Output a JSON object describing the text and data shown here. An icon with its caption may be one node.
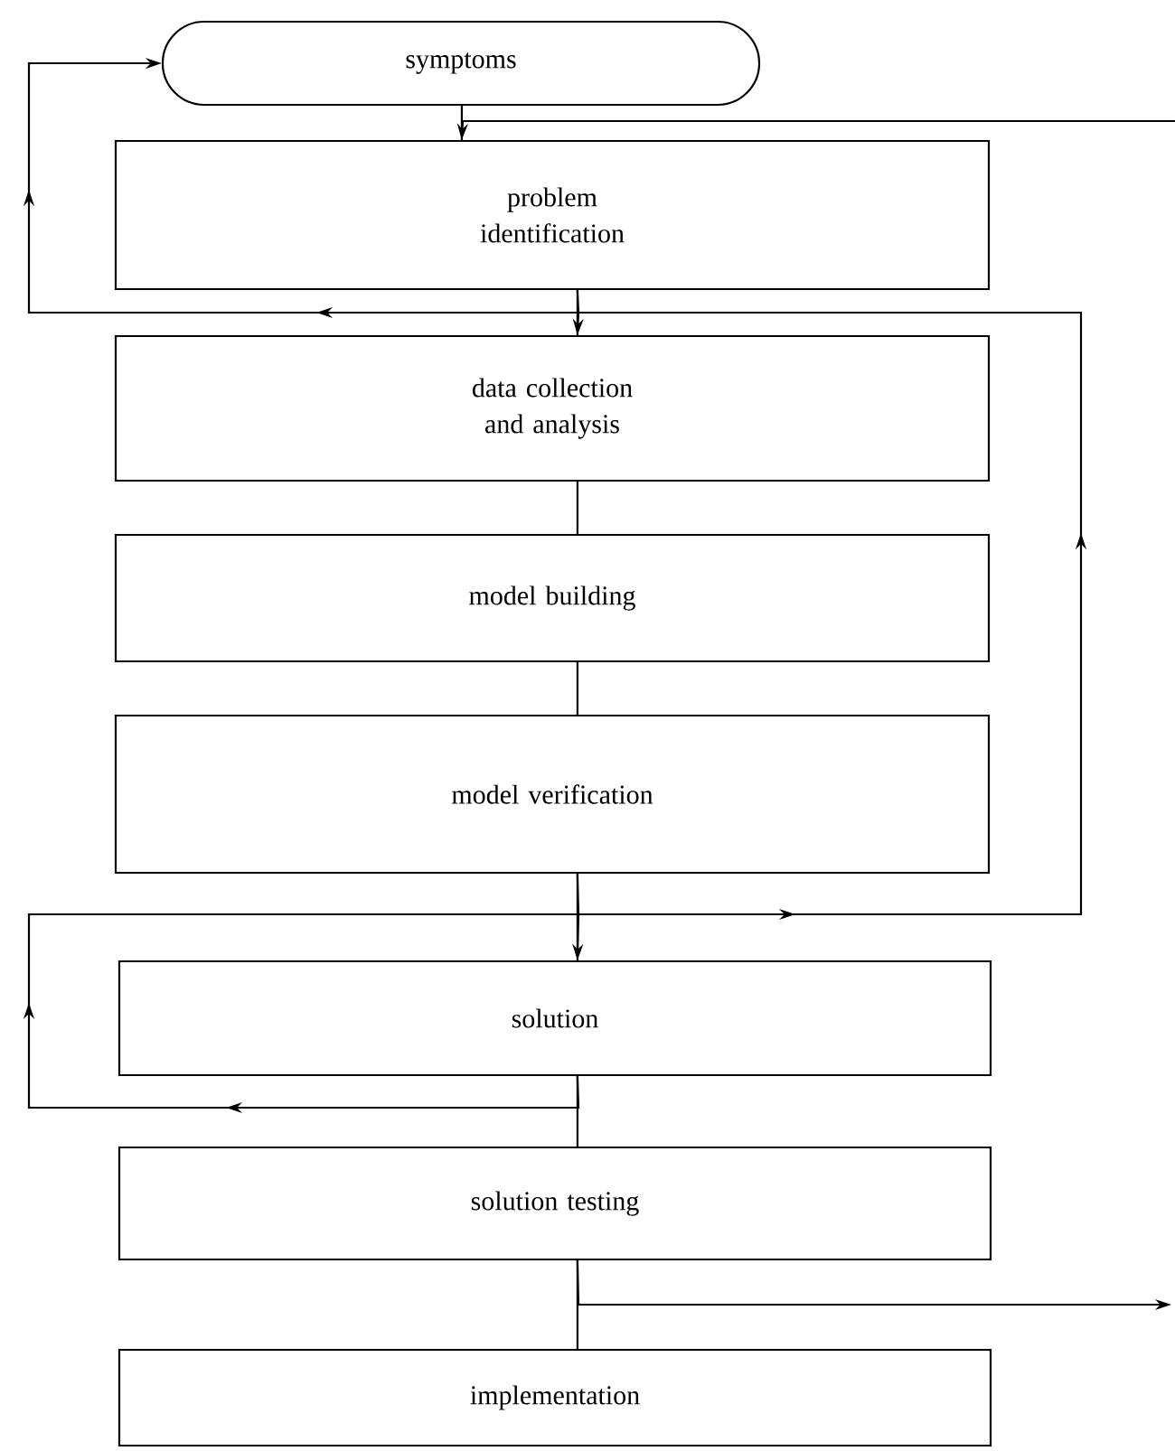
{
  "diagram": {
    "nodes": [
      {
        "text": [
          "symptoms"
        ]
      },
      {
        "text": [
          "problem identification"
        ]
      },
      {
        "text": [
          "data collection and analysis"
        ]
      },
      {
        "text": [
          "model building"
        ]
      },
      {
        "text": [
          "model verification"
        ]
      },
      {
        "text": [
          "solution"
        ]
      },
      {
        "text": [
          "solution testing"
        ]
      },
      {
        "text": [
          "implementation"
        ]
      }
    ],
    "edges": [
      {
        "from": 0,
        "to": 1,
        "arrow": "none"
      },
      {
        "from": 1,
        "to": 2,
        "arrow": "none"
      },
      {
        "from": 2,
        "to": 3,
        "arrow": "none"
      },
      {
        "from": 3,
        "to": 4,
        "arrow": "none"
      },
      {
        "from": 4,
        "to": 5,
        "arrow": "none"
      },
      {
        "from": 5,
        "to": 6,
        "arrow": "none"
      },
      {
        "from": 6,
        "to": 7,
        "arrow": "none"
      },
      {
        "from": 1,
        "to": 0,
        "arrow": "to"
      },
      {
        "from": 4,
        "to": 2,
        "arrow": "to"
      },
      {
        "from": 5,
        "to": 5,
        "arrow": "to"
      },
      {
        "from": 6,
        "to": null,
        "arrow": "to"
      },
      {
        "from": null,
        "to": 1,
        "arrow": "to"
      }
    ]
  }
}
